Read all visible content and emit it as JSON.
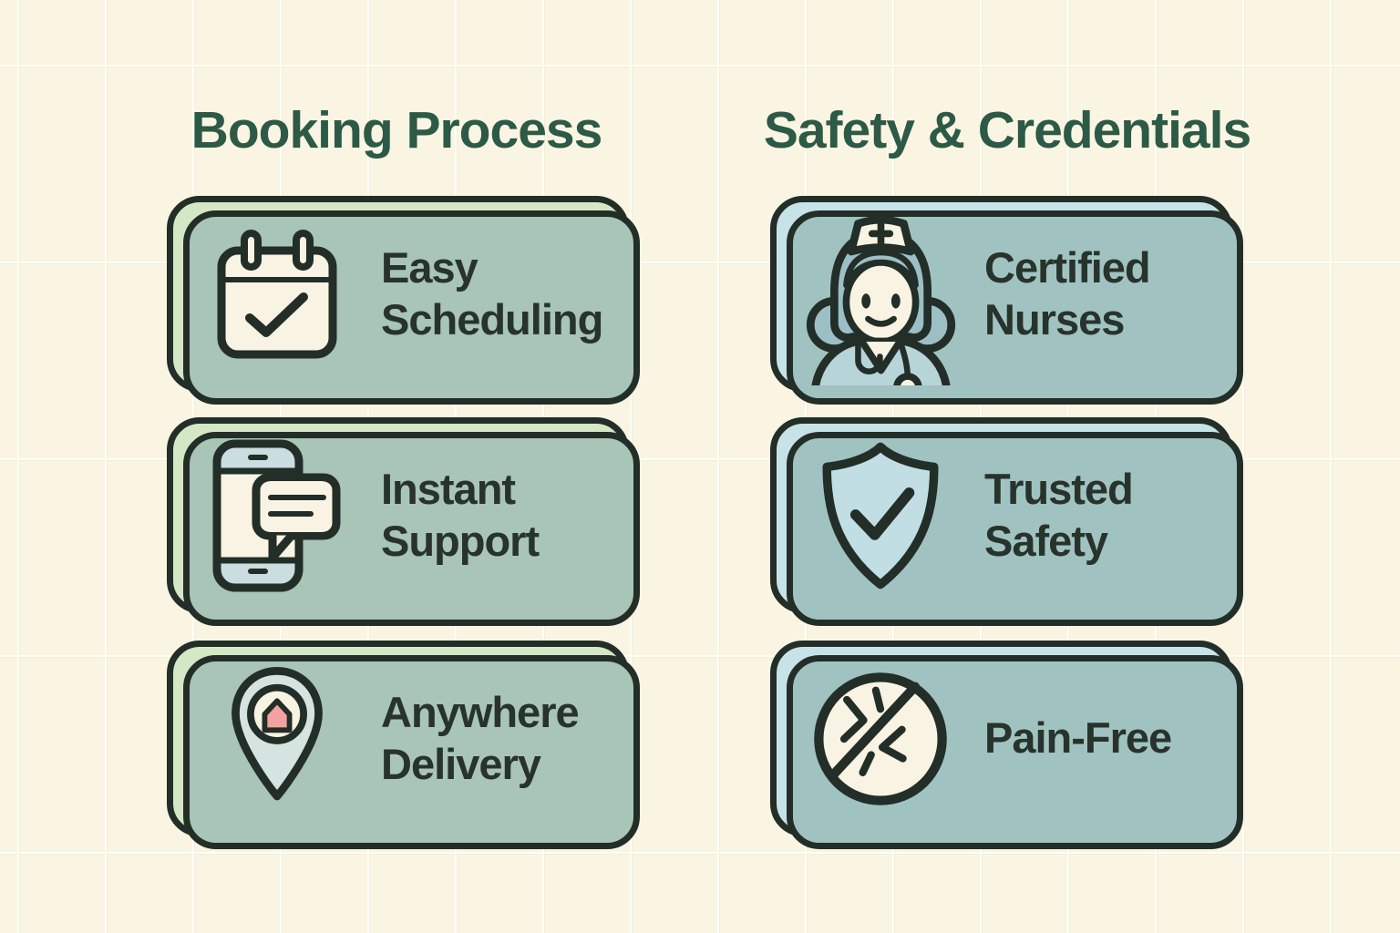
{
  "page": {
    "background_color": "#faf5e2",
    "outline_color": "#222e27",
    "heading_color": "#2d5947",
    "label_color": "#27332b"
  },
  "columns": [
    {
      "title": "Booking Process",
      "card_color": "#d5e8c5",
      "card_shadow_color": "#a8c5b7",
      "cards": [
        {
          "label": "Easy Scheduling",
          "icon": "calendar-check-icon"
        },
        {
          "label": "Instant Support",
          "icon": "phone-chat-icon"
        },
        {
          "label": "Anywhere Delivery",
          "icon": "location-home-icon"
        }
      ]
    },
    {
      "title": "Safety & Credentials",
      "card_color": "#c8e3e8",
      "card_shadow_color": "#a0c3c1",
      "cards": [
        {
          "label": "Certified Nurses",
          "icon": "nurse-icon"
        },
        {
          "label": "Trusted Safety",
          "icon": "shield-check-icon"
        },
        {
          "label": "Pain-Free",
          "icon": "no-pain-icon"
        }
      ]
    }
  ]
}
